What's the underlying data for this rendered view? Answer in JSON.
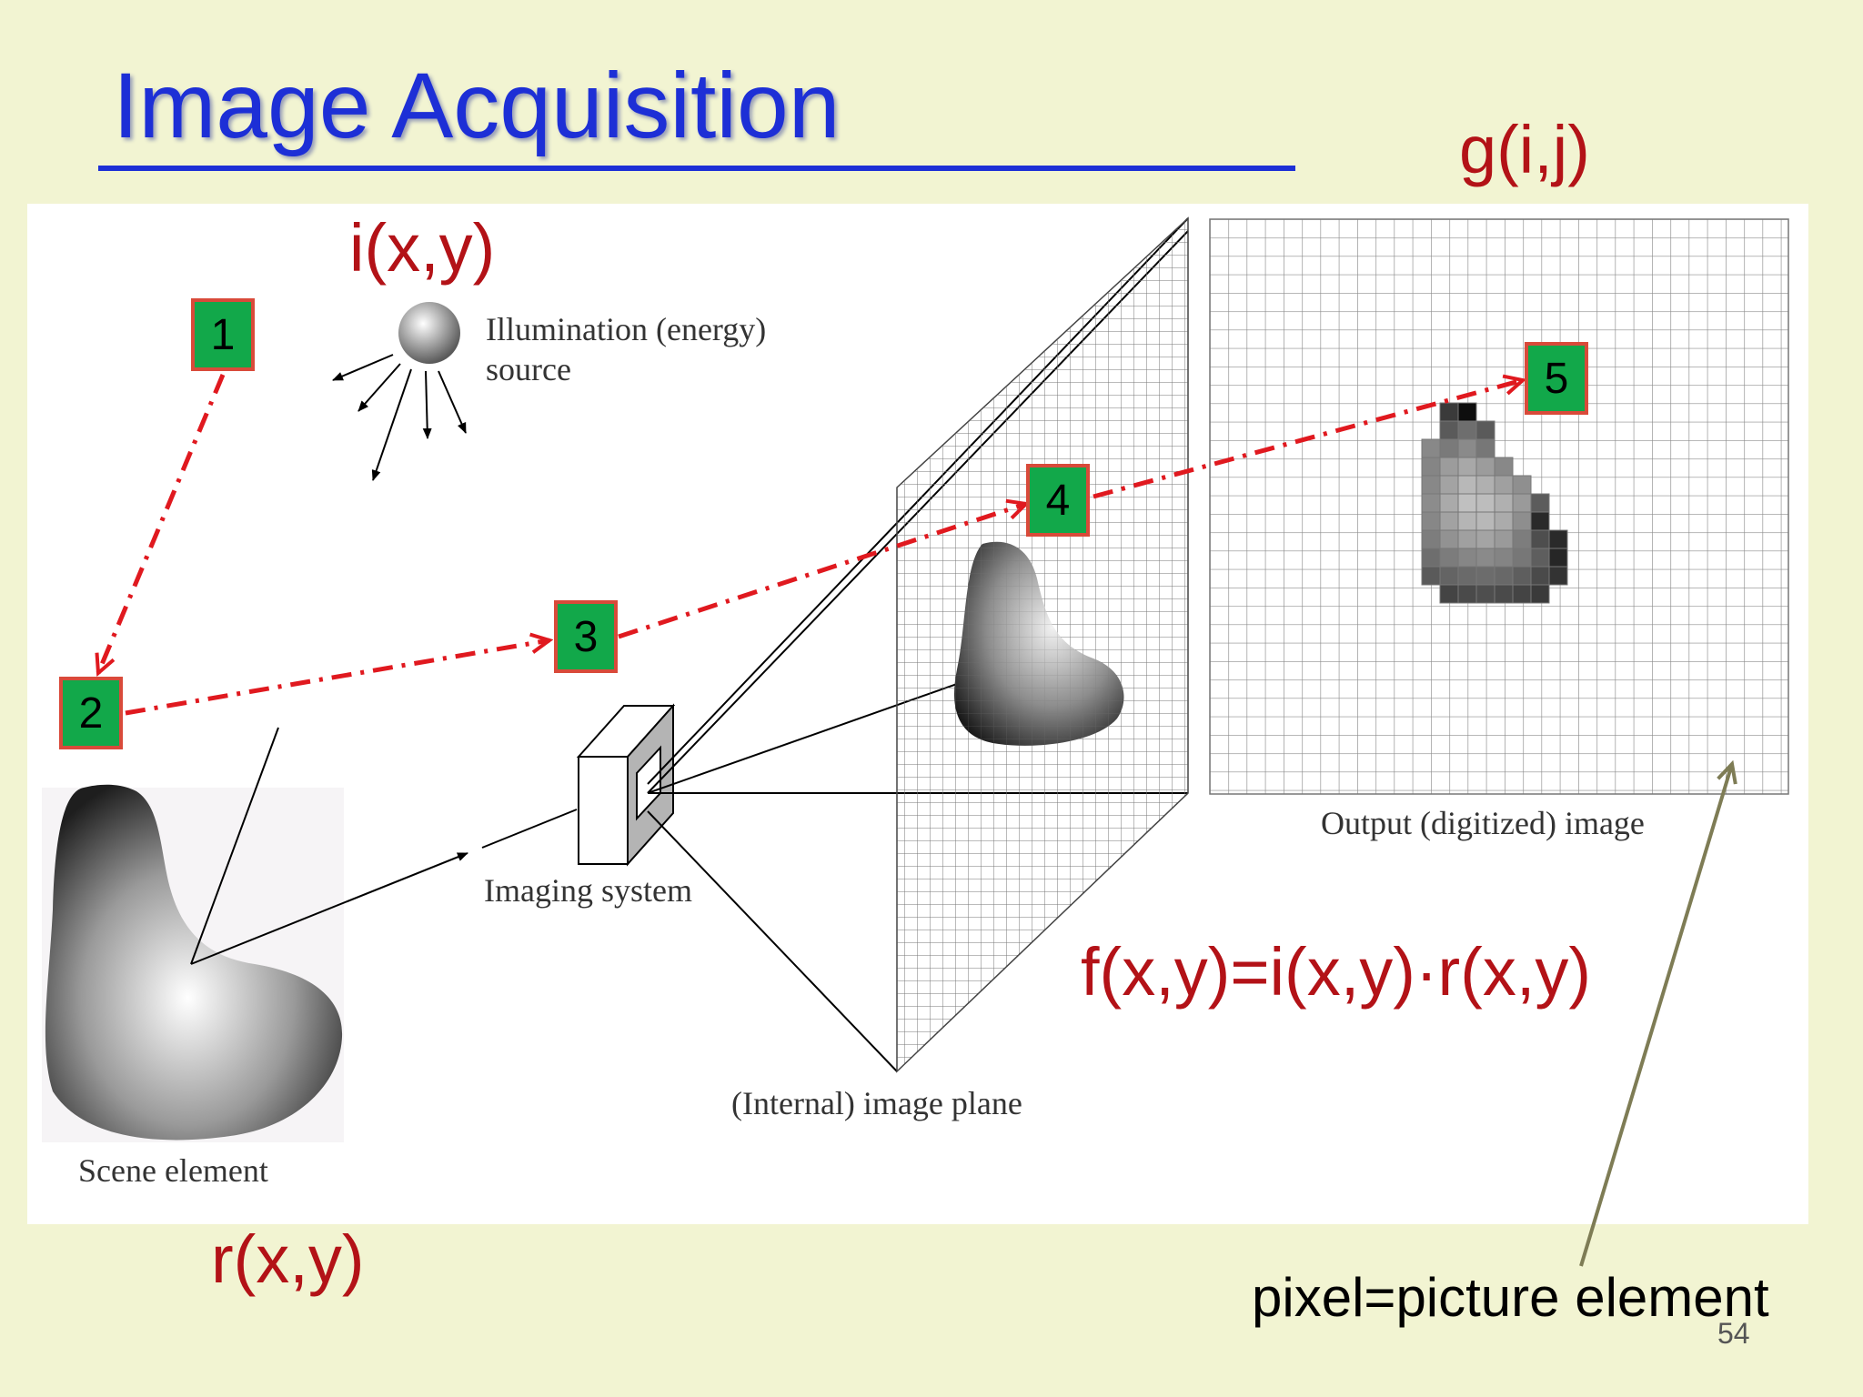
{
  "slide": {
    "title": "Image Acquisition",
    "page_number": "54",
    "background_color": "#f2f4d2",
    "title_color": "#1d2fd6",
    "accent_red": "#b31217",
    "box_green": "#12a84a"
  },
  "math_labels": {
    "illumination": "i(x,y)",
    "reflectance": "r(x,y)",
    "digitized": "g(i,j)",
    "formula": "f(x,y)=i(x,y)·r(x,y)"
  },
  "figure_captions": {
    "source": [
      "Illumination (energy)",
      "source"
    ],
    "scene": "Scene element",
    "imaging": "Imaging system",
    "plane": "(Internal) image plane",
    "output": "Output (digitized) image"
  },
  "steps": [
    "1",
    "2",
    "3",
    "4",
    "5"
  ],
  "pixel_note": "pixel=picture element"
}
